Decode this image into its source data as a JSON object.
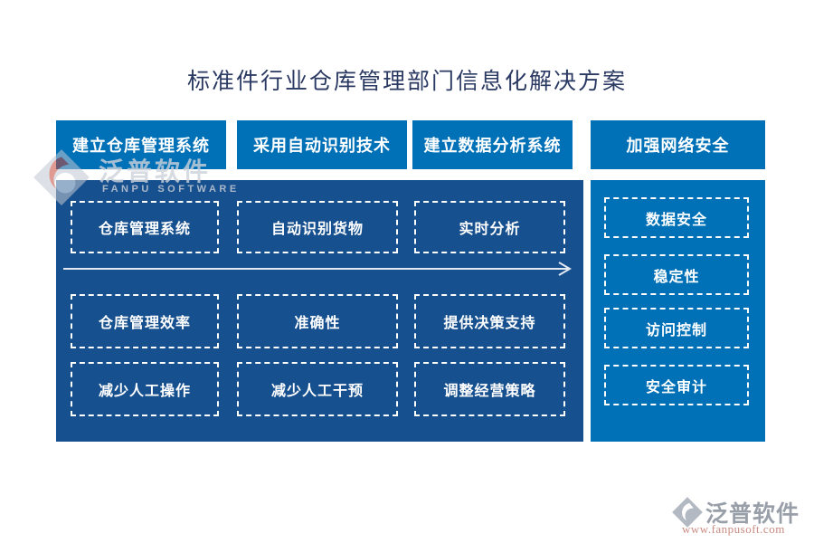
{
  "title": "标准件行业仓库管理部门信息化解决方案",
  "colors": {
    "header_blue": "#0070b7",
    "main_panel_blue": "#17508f",
    "right_panel_blue": "#0070b7",
    "title_text": "#2b3a63",
    "box_text": "#ffffff",
    "footer_url_text": "#c98b82"
  },
  "headers": [
    "建立仓库管理系统",
    "采用自动识别技术",
    "建立数据分析系统",
    "加强网络安全"
  ],
  "main_panel": {
    "rows": [
      {
        "items": [
          "仓库管理系统",
          "自动识别货物",
          "实时分析"
        ]
      },
      {
        "items": [
          "仓库管理效率",
          "准确性",
          "提供决策支持"
        ]
      },
      {
        "items": [
          "减少人工操作",
          "减少人工干预",
          "调整经营策略"
        ]
      }
    ]
  },
  "right_panel": {
    "items": [
      "数据安全",
      "稳定性",
      "访问控制",
      "安全审计"
    ]
  },
  "watermark": {
    "brand": "泛普软件",
    "subtitle": "FANPU SOFTWARE"
  },
  "footer_logo": {
    "brand": "泛普软件",
    "url": "www.fanpusoft.com"
  }
}
